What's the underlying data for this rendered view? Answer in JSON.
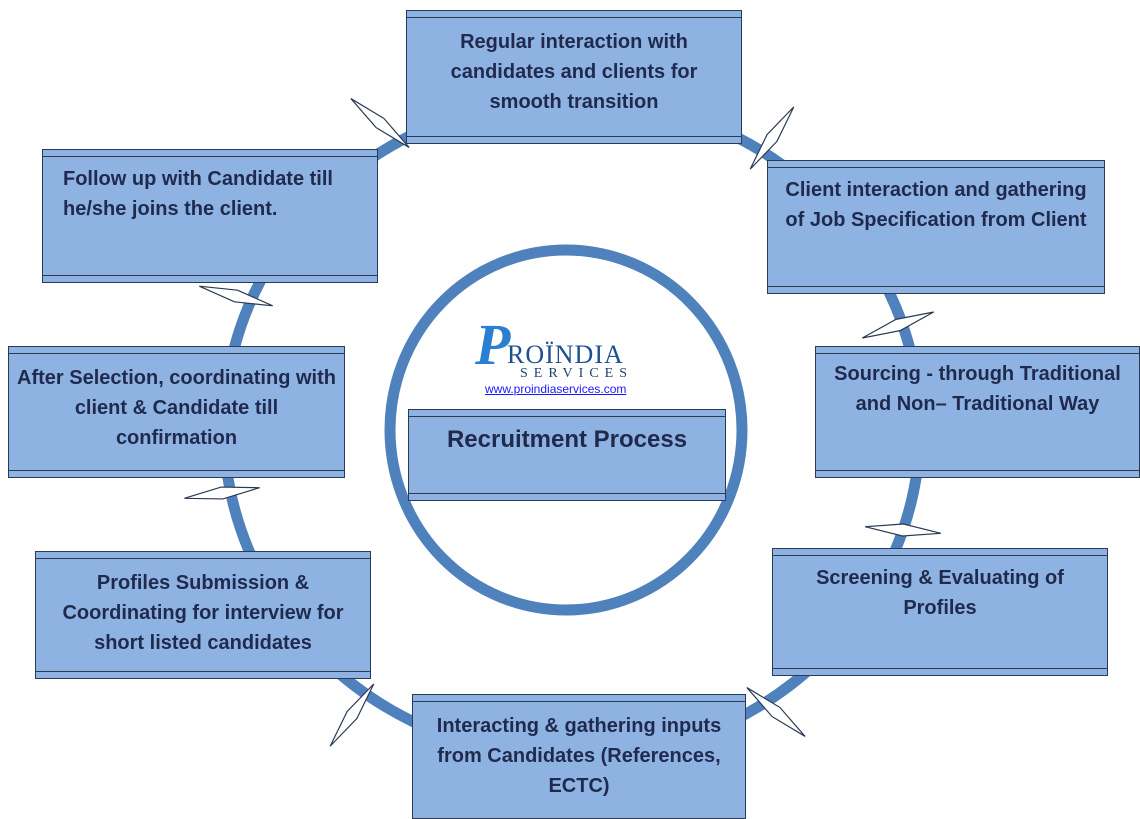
{
  "colors": {
    "box_fill": "#8eb3e3",
    "box_border": "#2b3a55",
    "ring": "#4f81bd",
    "text": "#1f2a4d"
  },
  "steps": [
    "Regular interaction with candidates and clients for smooth transition",
    "Client interaction and gathering of Job Specification from Client",
    "Sourcing - through Traditional and Non– Traditional Way",
    "Screening & Evaluating of Profiles",
    "Interacting & gathering inputs from Candidates (References, ECTC)",
    "Profiles Submission & Coordinating for interview for short listed candidates",
    "After Selection, coordinating with client & Candidate till confirmation",
    "Follow up with Candidate till he/she joins the client."
  ],
  "center": {
    "title": "Recruitment Process"
  },
  "logo": {
    "letter": "P",
    "name": "ROÏNDIA",
    "tagline": "SERVICES",
    "url": "www.proindiaservices.com"
  }
}
